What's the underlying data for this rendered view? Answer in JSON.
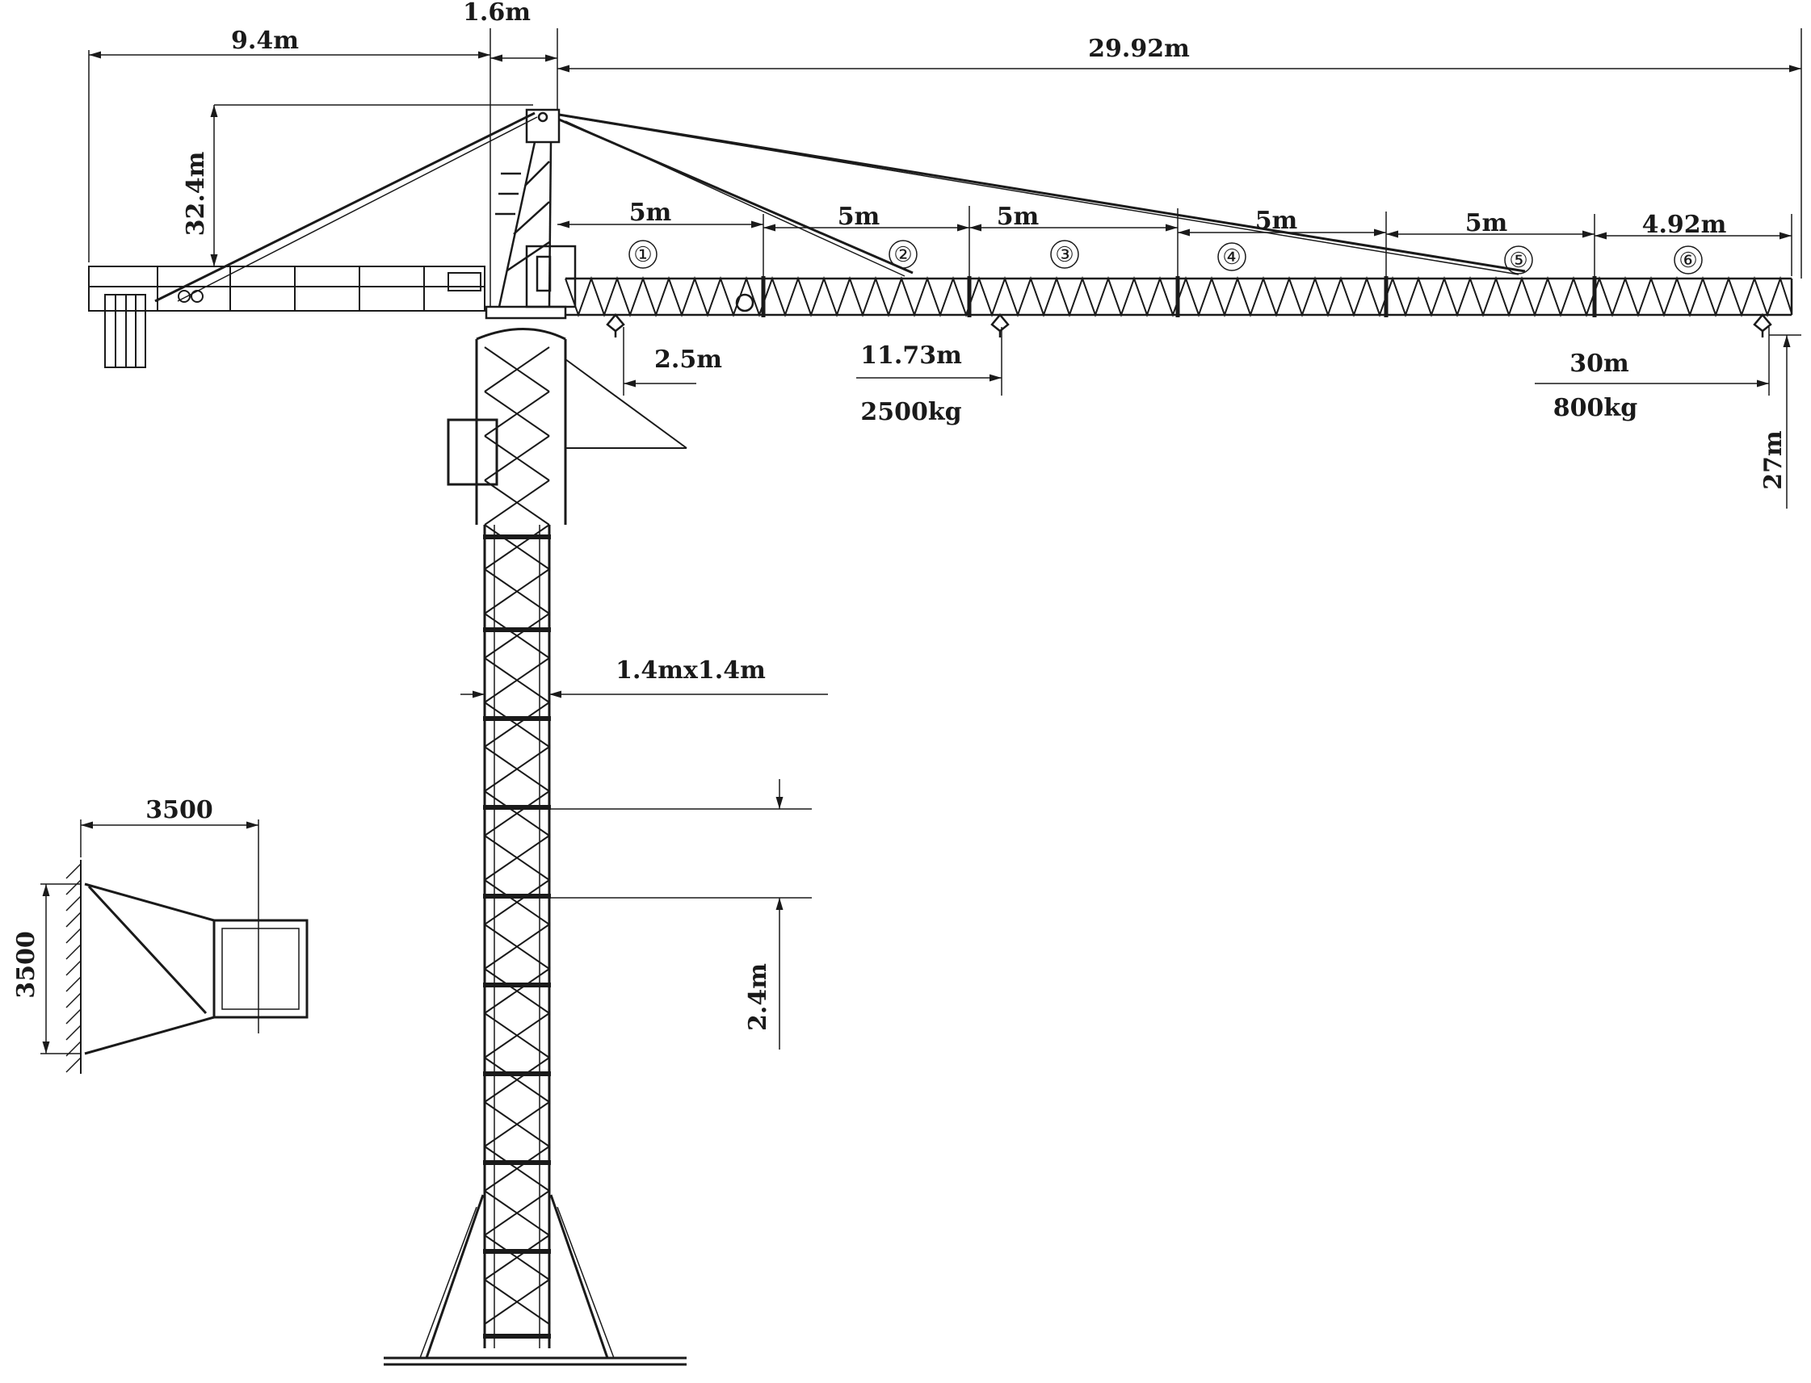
{
  "dimensions": {
    "counter_jib_length": "9.4m",
    "mast_offset": "1.6m",
    "jib_length": "29.92m",
    "tower_top_height": "32.4m",
    "hook_height": "27m",
    "mast_section": "1.4mx1.4m",
    "section_height": "2.4m",
    "tie_horizontal": "3500",
    "tie_vertical": "3500"
  },
  "jib_sections": [
    {
      "number": "①",
      "length": "5m"
    },
    {
      "number": "②",
      "length": "5m"
    },
    {
      "number": "③",
      "length": "5m"
    },
    {
      "number": "④",
      "length": "5m"
    },
    {
      "number": "⑤",
      "length": "5m"
    },
    {
      "number": "⑥",
      "length": "4.92m"
    }
  ],
  "load_points": [
    {
      "radius": "2.5m",
      "load": ""
    },
    {
      "radius": "11.73m",
      "load": "2500kg"
    },
    {
      "radius": "30m",
      "load": "800kg"
    }
  ],
  "colors": {
    "line": "#1a1a1a",
    "background": "#ffffff"
  }
}
